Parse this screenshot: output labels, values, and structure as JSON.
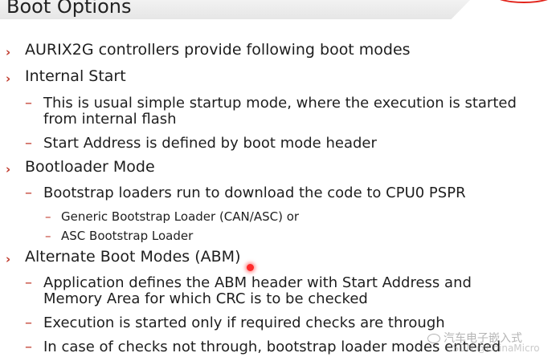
{
  "slide": {
    "title": "Boot Options",
    "bullets": [
      {
        "level": 1,
        "text": "AURIX2G controllers provide following boot modes"
      },
      {
        "level": 1,
        "text": "Internal Start"
      },
      {
        "level": 2,
        "text": "This is usual simple startup mode, where the execution is started"
      },
      {
        "level": 2,
        "text": "from internal flash"
      },
      {
        "level": 2,
        "text": "Start Address is defined by boot mode header"
      },
      {
        "level": 1,
        "text": "Bootloader Mode"
      },
      {
        "level": 2,
        "text": "Bootstrap loaders run to download the code to CPU0 PSPR"
      },
      {
        "level": 3,
        "text": "Generic Bootstrap Loader (CAN/ASC) or"
      },
      {
        "level": 3,
        "text": "ASC Bootstrap Loader"
      },
      {
        "level": 1,
        "text": "Alternate Boot Modes (ABM)"
      },
      {
        "level": 2,
        "text": "Application defines the ABM header with Start Address and"
      },
      {
        "level": 2,
        "text": "Memory Area for which CRC is to be checked"
      },
      {
        "level": 2,
        "text": "Execution is started only if required checks are through"
      },
      {
        "level": 2,
        "text": "In case of checks not through, bootstrap loader modes entered"
      }
    ],
    "bullet_markers": {
      "l1": "›",
      "l2": "–",
      "l3": "–"
    }
  },
  "watermark": {
    "line1": "汽车电子嵌入式",
    "line2": "CSDN @ChinaMicro"
  },
  "colors": {
    "accent": "#c0392b",
    "text": "#1e1e1e",
    "logo": "#e2231a"
  }
}
